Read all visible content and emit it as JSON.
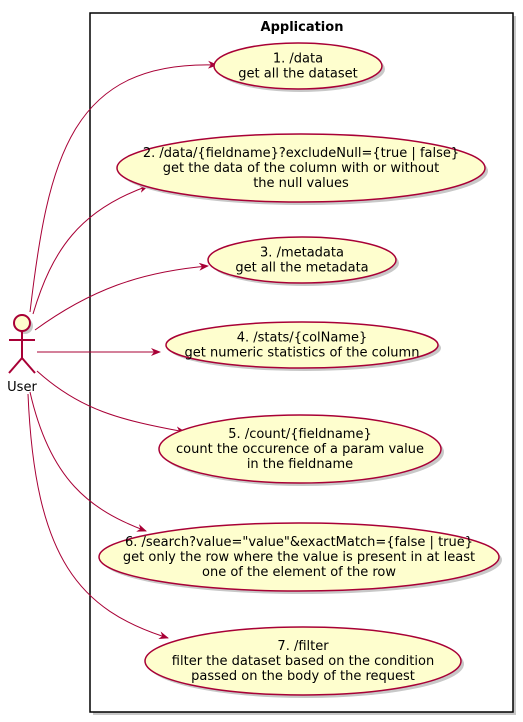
{
  "system": {
    "title": "Application"
  },
  "actor": {
    "label": "User"
  },
  "use_cases": [
    {
      "lines": [
        "1. /data",
        "get all the dataset"
      ]
    },
    {
      "lines": [
        "2. /data/{fieldname}?excludeNull={true | false}",
        "get the data of the column with or without",
        "the null values"
      ]
    },
    {
      "lines": [
        "3. /metadata",
        "get all the metadata"
      ]
    },
    {
      "lines": [
        "4. /stats/{colName}",
        "get numeric statistics of the column"
      ]
    },
    {
      "lines": [
        "5. /count/{fieldname}",
        "count the occurence of a param value",
        "in the fieldname"
      ]
    },
    {
      "lines": [
        "6. /search?value=\"value\"&exactMatch={false | true}",
        "get only the row where the value is present in at least",
        "one of the element of the row"
      ]
    },
    {
      "lines": [
        "7. /filter",
        "filter the dataset based on the condition",
        "passed on the body of  the request"
      ]
    }
  ],
  "colors": {
    "ellipse_fill": "#FEFECE",
    "ellipse_stroke": "#A80036",
    "arrow": "#A80036",
    "actor_fill": "#FEFECE",
    "actor_stroke": "#A80036",
    "box_stroke": "#000000",
    "shadow": "#C8C8C8"
  }
}
